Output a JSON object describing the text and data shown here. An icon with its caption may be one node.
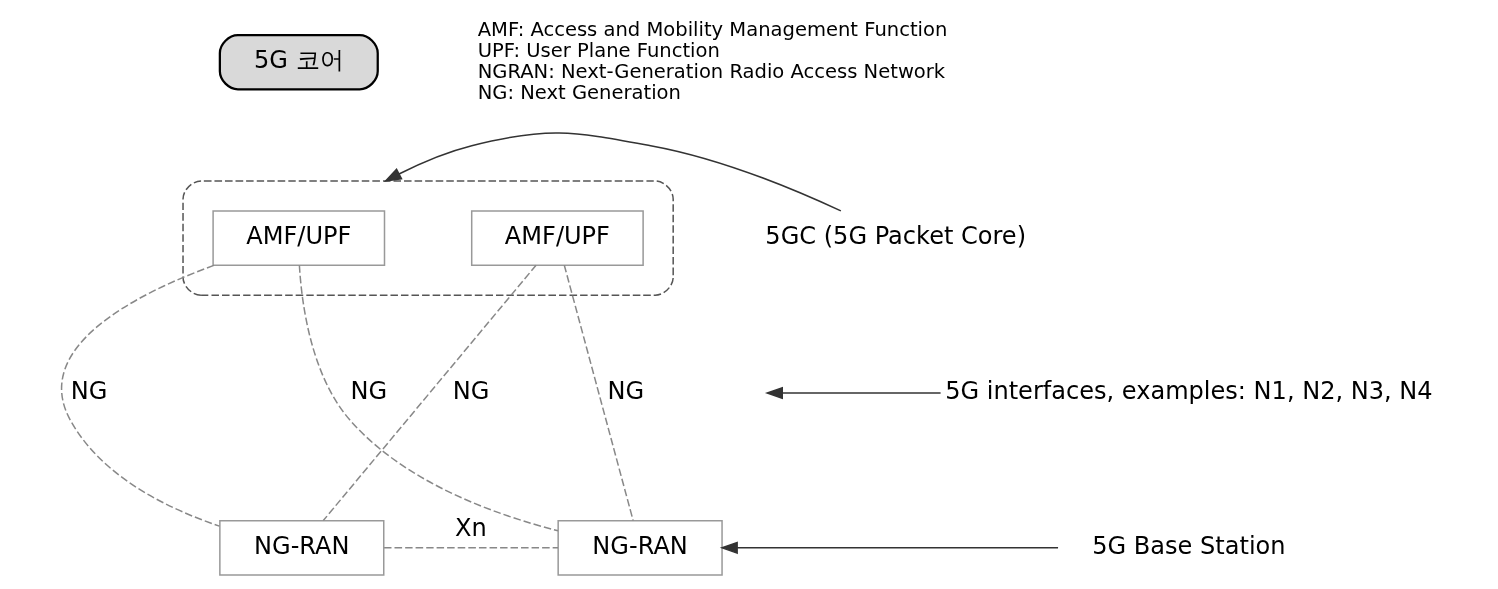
{
  "diagram": {
    "nodes": [
      {
        "text": [
          "5G 코어"
        ]
      },
      {
        "text": [],
        "shape": "box"
      },
      {
        "text": [
          "AMF/UPF"
        ],
        "in": 1
      },
      {
        "text": [
          "AMF/UPF"
        ],
        "in": 1
      },
      {
        "text": [
          "NG-RAN"
        ]
      },
      {
        "text": [
          "NG-RAN"
        ]
      },
      {
        "text": [
          "5GC (5G Packet Core)"
        ]
      },
      {
        "text": [
          "5G interfaces, examples: N1, N2, N3, N4"
        ]
      },
      {
        "text": [
          "5G Base Station"
        ]
      }
    ],
    "edges": [
      {
        "from": 2,
        "to": 4,
        "arrow": "none",
        "label": "NG",
        "style": "dashed"
      },
      {
        "from": 3,
        "to": 4,
        "arrow": "none",
        "label": "NG",
        "style": "dashed"
      },
      {
        "from": 2,
        "to": 5,
        "arrow": "none",
        "label": "NG",
        "style": "dashed"
      },
      {
        "from": 3,
        "to": 5,
        "arrow": "none",
        "label": "NG",
        "style": "dashed"
      },
      {
        "from": 4,
        "to": 5,
        "arrow": "none",
        "label": "Xn",
        "style": "dashed"
      },
      {
        "from": 6,
        "to": 1,
        "arrow": "to"
      },
      {
        "from": 7,
        "to": null,
        "arrow": "to"
      },
      {
        "from": 8,
        "to": 5,
        "arrow": "to"
      }
    ],
    "labels": [
      "AMF: Access and Mobility Management Function",
      "UPF: User Plane Function",
      "NGRAN: Next-Generation Radio Access Network",
      "NG: Next Generation"
    ]
  }
}
